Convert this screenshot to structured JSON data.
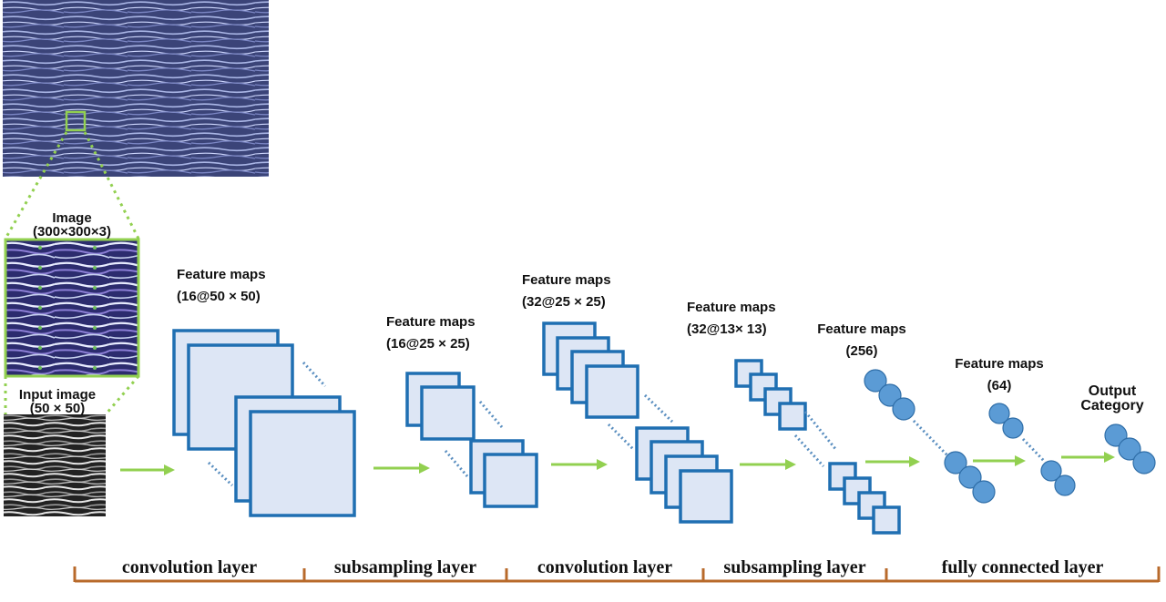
{
  "diagram": {
    "input": {
      "image_label": "Image",
      "image_size": "(300×300×3)",
      "input_label": "Input image",
      "input_size": "(50 × 50)"
    },
    "blocks": [
      {
        "label": "Feature maps",
        "size": "(16@50 × 50)"
      },
      {
        "label": "Feature maps",
        "size": "(16@25 × 25)"
      },
      {
        "label": "Feature maps",
        "size": "(32@25 × 25)"
      },
      {
        "label": "Feature maps",
        "size": "(32@13× 13)"
      },
      {
        "label": "Feature maps",
        "size": "(256)"
      },
      {
        "label": "Feature maps",
        "size": "(64)"
      }
    ],
    "output": {
      "line1": "Output",
      "line2": "Category"
    },
    "stages": [
      "convolution layer",
      "subsampling layer",
      "convolution layer",
      "subsampling layer",
      "fully connected layer"
    ],
    "colors": {
      "map_stroke": "#1f6fb2",
      "map_fill": "#dde6f5",
      "node_fill": "#5b9bd5",
      "arrow": "#92d050",
      "zoom_box": "#92d050",
      "bracket": "#b86a2b"
    }
  }
}
